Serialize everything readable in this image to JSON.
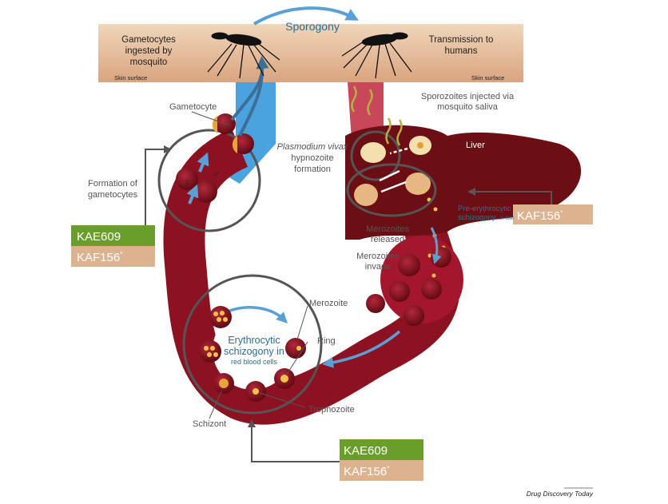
{
  "colors": {
    "skin": "#e3bc98",
    "blood": "#8c1222",
    "liver": "#6b0f14",
    "vessel_blue": "#4aa3df",
    "vessel_red": "#c8485a",
    "drug_green": "#6a9e2a",
    "drug_tan": "#ddb38f",
    "arrow_blue": "#5aa0d6",
    "accent_text": "#2a6e96"
  },
  "top": {
    "sporogony": "Sporogony",
    "left_label": [
      "Gametocytes",
      "ingested by",
      "mosquito"
    ],
    "right_label": [
      "Transmission to",
      "humans"
    ],
    "skin_left": "Skin surface",
    "skin_right": "Skin surface"
  },
  "labels": {
    "gametocyte": "Gametocyte",
    "formation": [
      "Formation of",
      "gametocytes"
    ],
    "hypnozoite": [
      "Plasmodium vivax",
      "hypnozoite",
      "formation"
    ],
    "sporozoites": [
      "Sporozoites injected via",
      "mosquito saliva"
    ],
    "liver": "Liver",
    "pre_erythrocytic": [
      "Pre-erythrocytic",
      "schizogony"
    ],
    "in_liver": "in liver",
    "merozoites_released": [
      "Merozoites",
      "released"
    ],
    "merozoites_invade": [
      "Merozoites",
      "invade"
    ],
    "merozoite": "Merozoite",
    "ring": "Ring",
    "trophozoite": "Trophozoite",
    "schizont": "Schizont",
    "erythrocytic": [
      "Erythrocytic",
      "schizogony in"
    ],
    "rbc": "red blood cells",
    "female": "♀",
    "male": "♂"
  },
  "drugs": {
    "left": {
      "a": "KAE609",
      "b": "KAF156",
      "b_sup": "*"
    },
    "right": {
      "b": "KAF156",
      "b_sup": "*"
    },
    "bottom": {
      "a": "KAE609",
      "b": "KAF156",
      "b_sup": "*"
    }
  },
  "footer": {
    "source": "Drug Discovery Today"
  }
}
